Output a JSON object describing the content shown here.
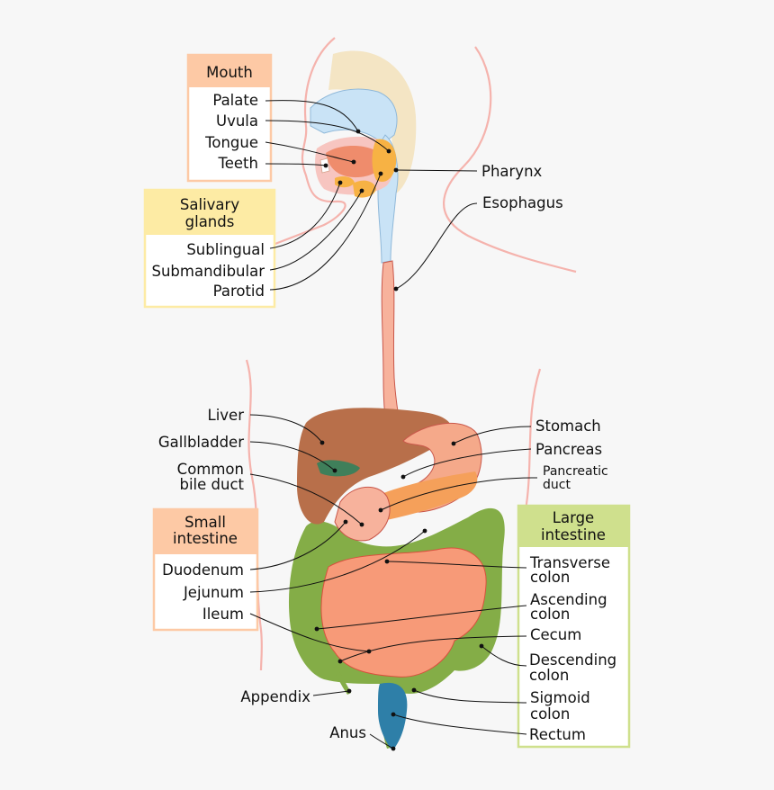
{
  "groups": {
    "mouth": {
      "title": "Mouth",
      "items": [
        "Palate",
        "Uvula",
        "Tongue",
        "Teeth"
      ]
    },
    "salivary": {
      "title_lines": [
        "Salivary",
        "glands"
      ],
      "items": [
        "Sublingual",
        "Submandibular",
        "Parotid"
      ]
    },
    "small_intestine": {
      "title_lines": [
        "Small",
        "intestine"
      ],
      "items": [
        "Duodenum",
        "Jejunum",
        "Ileum"
      ]
    },
    "large_intestine": {
      "title_lines": [
        "Large",
        "intestine"
      ]
    }
  },
  "labels": {
    "pharynx": "Pharynx",
    "esophagus": "Esophagus",
    "liver": "Liver",
    "gallbladder": "Gallbladder",
    "common_bile_duct": [
      "Common",
      "bile duct"
    ],
    "stomach": "Stomach",
    "pancreas": "Pancreas",
    "pancreatic_duct": [
      "Pancreatic",
      "duct"
    ],
    "transverse_colon": [
      "Transverse",
      "colon"
    ],
    "ascending_colon": [
      "Ascending",
      "colon"
    ],
    "cecum": "Cecum",
    "descending_colon": [
      "Descending",
      "colon"
    ],
    "sigmoid_colon": [
      "Sigmoid",
      "colon"
    ],
    "rectum": "Rectum",
    "appendix": "Appendix",
    "anus": "Anus"
  },
  "colors": {
    "mouth_box": "#fdc9a5",
    "salivary_box": "#fdeba4",
    "small_intestine_box": "#fdc9a5",
    "large_intestine_box": "#cfe08d",
    "esophagus": "#f7b29c",
    "liver": "#b86f4a",
    "stomach": "#f5a98a",
    "small_intestine": "#f79a78",
    "large_intestine": "#84ad47",
    "rectum": "#2e7fa8",
    "skin_outline": "#f5b3ad"
  }
}
